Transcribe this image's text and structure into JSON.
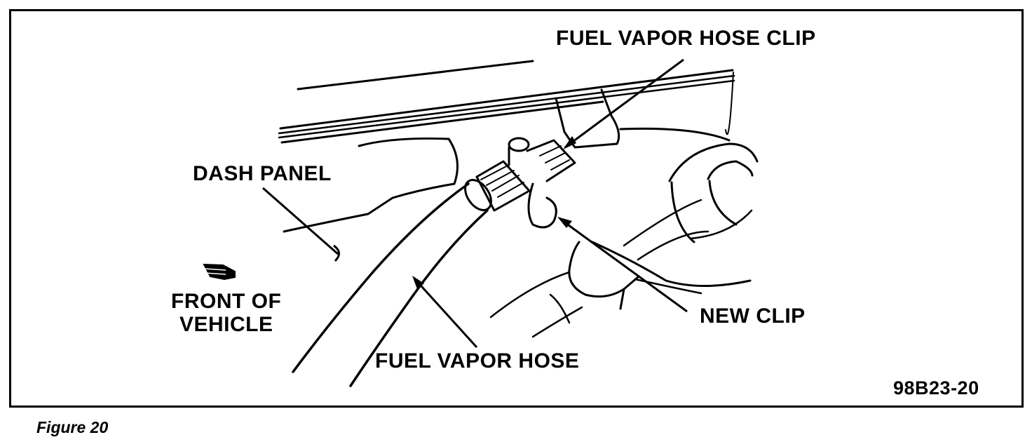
{
  "labels": {
    "fuel_vapor_hose_clip": "FUEL VAPOR HOSE CLIP",
    "dash_panel": "DASH PANEL",
    "front_of_vehicle_line1": "FRONT OF",
    "front_of_vehicle_line2": "VEHICLE",
    "new_clip": "NEW CLIP",
    "fuel_vapor_hose": "FUEL VAPOR HOSE",
    "figure_code": "98B23-20"
  },
  "caption": "Figure 20"
}
